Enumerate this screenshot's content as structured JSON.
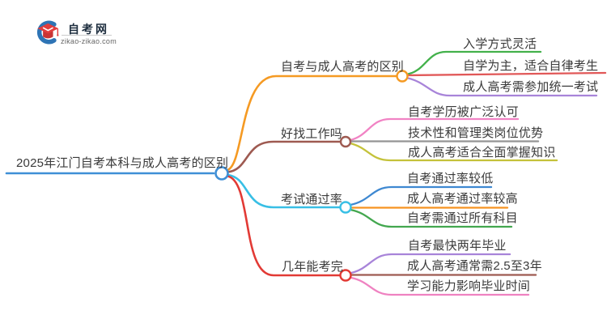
{
  "logo": {
    "site_name": "自考网",
    "site_url": "zikao-zikao.com",
    "icon": "graduation-cap-icon",
    "icon_colors": {
      "crescent": "#2e74b5",
      "cap": "#e23d3d"
    }
  },
  "root": {
    "label": "2025年江门自考本科与成人高考的区别",
    "color": "#3f8fd6"
  },
  "branches": [
    {
      "label": "自考与成人高考的区别",
      "color": "#f59a23",
      "children": [
        {
          "label": "入学方式灵活",
          "color": "#43b14b"
        },
        {
          "label": "自学为主，适合自律考生",
          "color": "#e15858"
        },
        {
          "label": "成人高考需参加统一考试",
          "color": "#a884d9"
        }
      ]
    },
    {
      "label": "好找工作吗",
      "color": "#9e5a51",
      "children": [
        {
          "label": "自考学历被广泛认可",
          "color": "#f183c4"
        },
        {
          "label": "技术性和管理类岗位优势",
          "color": "#949494"
        },
        {
          "label": "成人高考适合全面掌握知识",
          "color": "#c4c23a"
        }
      ]
    },
    {
      "label": "考试通过率",
      "color": "#38bfe5",
      "children": [
        {
          "label": "自考通过率较低",
          "color": "#3e88d1"
        },
        {
          "label": "成人高考通过率较高",
          "color": "#f79320"
        },
        {
          "label": "自考需通过所有科目",
          "color": "#43a74f"
        }
      ]
    },
    {
      "label": "几年能考完",
      "color": "#e23a35",
      "children": [
        {
          "label": "自考最快两年毕业",
          "color": "#a884d9"
        },
        {
          "label": "成人高考通常需2.5至3年",
          "color": "#9e5a51"
        },
        {
          "label": "学习能力影响毕业时间",
          "color": "#ef82c1"
        }
      ]
    }
  ]
}
